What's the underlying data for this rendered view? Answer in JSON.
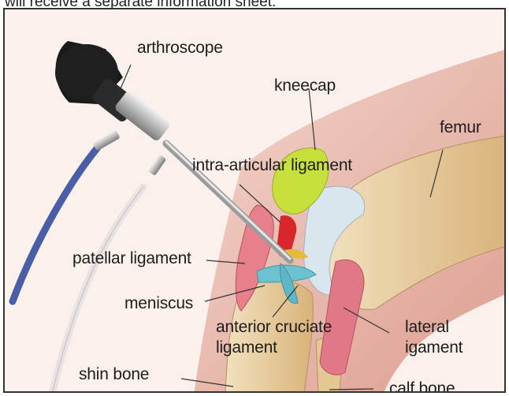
{
  "header_text": "will receive a separate information sheet.",
  "labels": {
    "arthroscope": "arthroscope",
    "kneecap": "kneecap",
    "femur": "femur",
    "intra_articular_ligament": "intra-articular ligament",
    "patellar_ligament": "patellar ligament",
    "meniscus": "meniscus",
    "anterior_cruciate_line1": "anterior cruciate",
    "anterior_cruciate_line2": "ligament",
    "lateral_line1": "lateral",
    "lateral_line2": "igament",
    "shin_bone": "shin bone",
    "calf_bone": "calf bone"
  },
  "colors": {
    "skin": "#e8b9ab",
    "bone": "#e8cfa0",
    "kneecap": "#c8e03c",
    "ligament_red": "#d8262a",
    "meniscus_blue": "#6cc3cf",
    "lateral_pink": "#e07888",
    "scope_black": "#1a1a1a",
    "tube_blue": "#4a5ea8"
  }
}
